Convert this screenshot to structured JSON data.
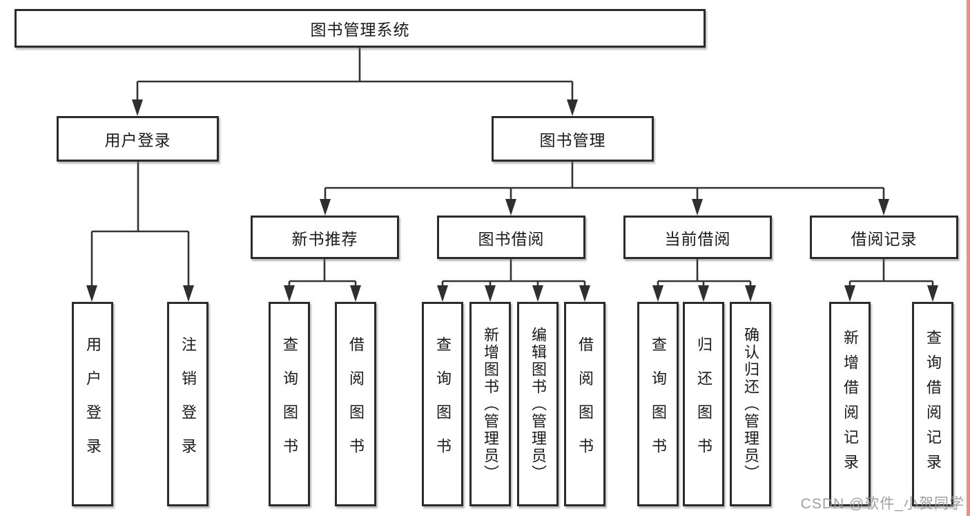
{
  "diagram": {
    "root": {
      "label": "图书管理系统",
      "children": [
        {
          "label": "用户登录",
          "children": [
            {
              "label": "用户登录"
            },
            {
              "label": "注销登录"
            }
          ]
        },
        {
          "label": "图书管理",
          "children": [
            {
              "label": "新书推荐",
              "children": [
                {
                  "label": "查询图书"
                },
                {
                  "label": "借阅图书"
                }
              ]
            },
            {
              "label": "图书借阅",
              "children": [
                {
                  "label": "查询图书"
                },
                {
                  "label": "新增图书（管理员）"
                },
                {
                  "label": "编辑图书（管理员）"
                },
                {
                  "label": "借阅图书"
                }
              ]
            },
            {
              "label": "当前借阅",
              "children": [
                {
                  "label": "查询图书"
                },
                {
                  "label": "归还图书"
                },
                {
                  "label": "确认归还（管理员）"
                }
              ]
            },
            {
              "label": "借阅记录",
              "children": [
                {
                  "label": "新增借阅记录"
                },
                {
                  "label": "查询借阅记录"
                }
              ]
            }
          ]
        }
      ]
    }
  },
  "watermark": {
    "text": "CSDN @软件_小贺同学"
  },
  "colors": {
    "line": "#333333",
    "box_border": "#2b2b2b",
    "text": "#1a1a1a",
    "watermark": "#969696",
    "edge_strip": "#ee8d8d"
  }
}
